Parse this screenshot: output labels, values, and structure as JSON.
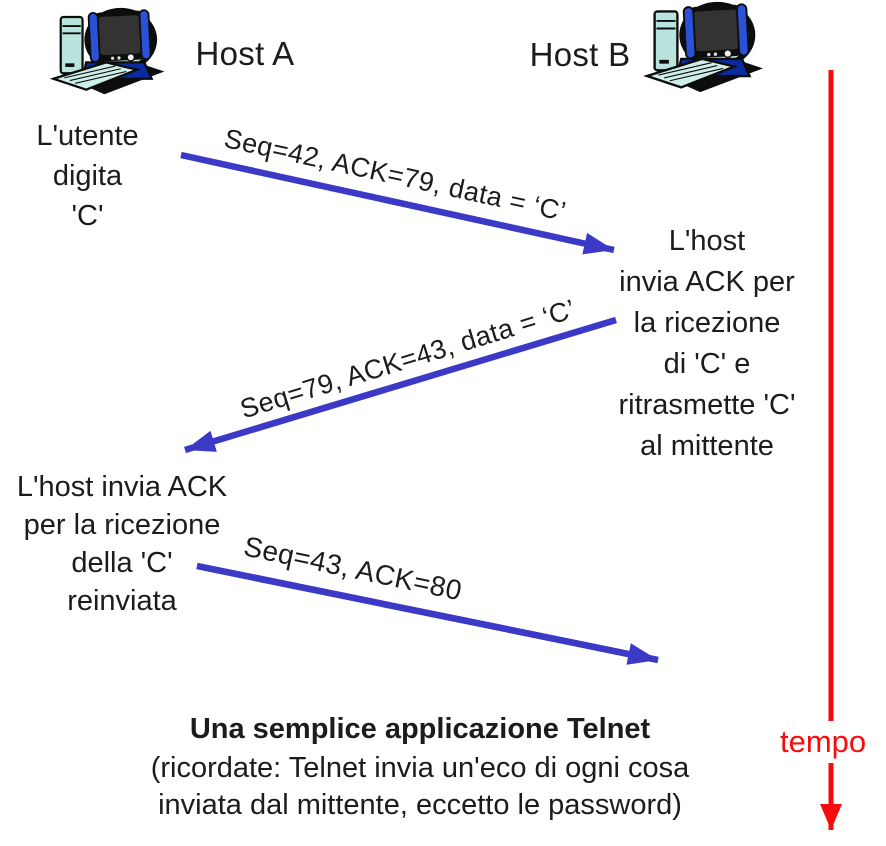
{
  "hosts": {
    "a_label": "Host A",
    "b_label": "Host B"
  },
  "notes": {
    "user_types": "L'utente\ndigita\n'C'",
    "host_b": "L'host\ninvia ACK per\nla ricezione\ndi 'C' e\nritrasmette 'C'\nal mittente",
    "host_a": "L'host invia ACK\nper la ricezione\ndella 'C'\nreinviata"
  },
  "segments": [
    {
      "label": "Seq=42, ACK=79, data = ‘C’"
    },
    {
      "label": "Seq=79, ACK=43, data = ‘C’"
    },
    {
      "label": "Seq=43, ACK=80"
    }
  ],
  "timeline": {
    "label": "tempo"
  },
  "caption": {
    "title": "Una semplice applicazione Telnet",
    "line1": "(ricordate: Telnet invia un'eco di ogni cosa",
    "line2": "inviata dal mittente, eccetto le password)"
  },
  "colors": {
    "arrow_blue": "#3c39c6",
    "timeline_red": "#f50d0d",
    "text": "#1c1c1c"
  },
  "icons": {
    "host_a": "computer-icon",
    "host_b": "computer-icon",
    "timeline": "down-arrow-icon",
    "segments": "diagonal-arrow-icon"
  }
}
